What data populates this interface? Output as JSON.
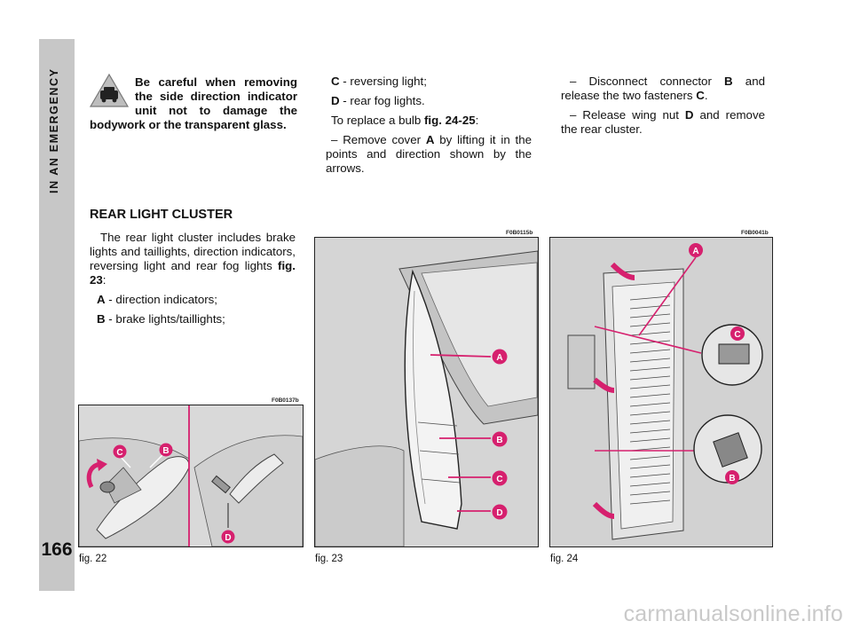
{
  "sidebar": {
    "section_label": "IN AN EMERGENCY",
    "page_number": "166"
  },
  "warning": {
    "text": "Be careful when removing the side direction indicator unit not to damage the bodywork or the transparent glass."
  },
  "section": {
    "heading": "REAR LIGHT CLUSTER",
    "intro": "The rear light cluster includes brake lights and taillights, direction indicators, reversing light and rear fog lights",
    "intro_ref": "fig. 23",
    "intro_end": ":",
    "items": [
      {
        "key": "A",
        "text": " - direction indicators;"
      },
      {
        "key": "B",
        "text": " - brake lights/taillights;"
      },
      {
        "key": "C",
        "text": " - reversing light;"
      },
      {
        "key": "D",
        "text": " - rear fog lights."
      }
    ],
    "replace_lead": "To replace a bulb ",
    "replace_ref": "fig. 24-25",
    "replace_end": ":",
    "step1_a": "– Remove cover ",
    "step1_key": "A",
    "step1_b": " by lifting it in the points and direction shown by the arrows.",
    "step2_a": "– Disconnect connector ",
    "step2_key1": "B",
    "step2_b": " and release the two fasteners ",
    "step2_key2": "C",
    "step2_c": ".",
    "step3_a": "– Release wing nut ",
    "step3_key": "D",
    "step3_b": " and remove the rear cluster."
  },
  "figures": [
    {
      "code": "F0B0137b",
      "caption": "fig. 22",
      "callouts": [
        "C",
        "B",
        "D"
      ]
    },
    {
      "code": "F0B0115b",
      "caption": "fig. 23",
      "callouts": [
        "A",
        "B",
        "C",
        "D"
      ]
    },
    {
      "code": "F0B0041b",
      "caption": "fig. 24",
      "callouts": [
        "A",
        "C",
        "B"
      ]
    }
  ],
  "watermark": "carmanualsonline.info",
  "colors": {
    "callout": "#d6206e",
    "sidebar": "#c7c7c7",
    "figure_bg": "#dcdcdc"
  }
}
